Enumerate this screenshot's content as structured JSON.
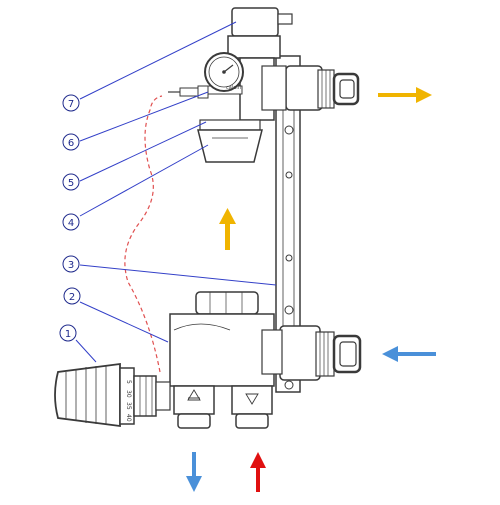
{
  "callouts": [
    {
      "number": "1"
    },
    {
      "number": "2"
    },
    {
      "number": "3"
    },
    {
      "number": "4"
    },
    {
      "number": "5"
    },
    {
      "number": "6"
    },
    {
      "number": "7"
    }
  ],
  "thermostat_scale": [
    "5",
    "30",
    "35",
    "40"
  ],
  "gauge_brand": "caleffi",
  "colors": {
    "outline": "#3a3a3a",
    "callout_blue": "#1f2a8c",
    "leader_blue": "#3340c8",
    "capillary_red": "#e05050",
    "arrow_yellow": "#f0b400",
    "arrow_blue": "#4a90d9",
    "arrow_red": "#e01010"
  }
}
